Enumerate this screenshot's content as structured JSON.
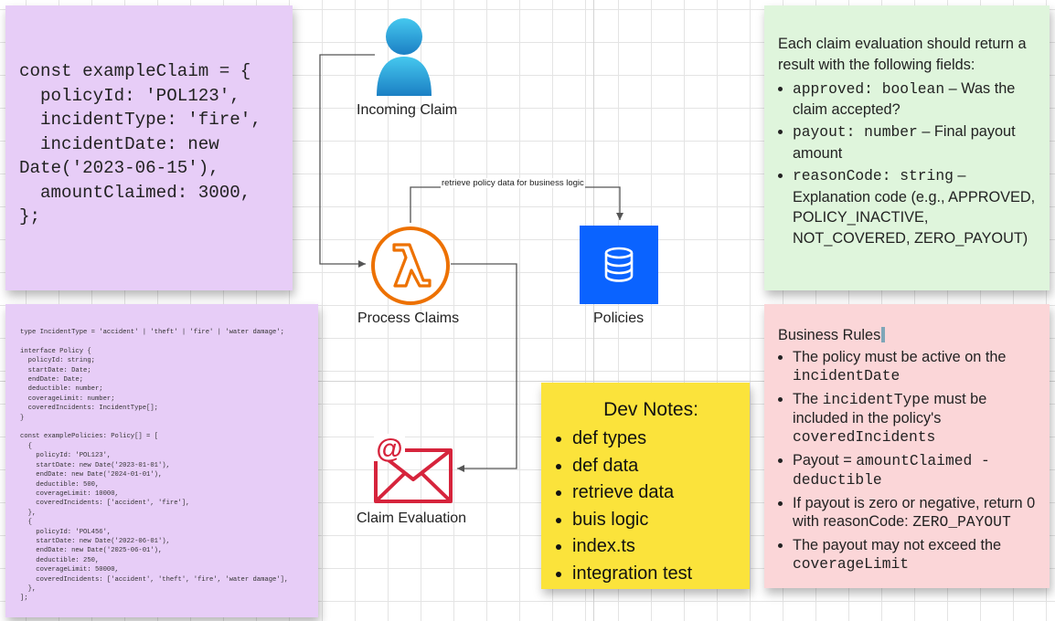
{
  "code_note": {
    "lines": [
      "const exampleClaim = {",
      "  policyId: 'POL123',",
      "  incidentType: 'fire',",
      "  incidentDate: new",
      "Date('2023-06-15'),",
      "  amountClaimed: 3000,",
      "};"
    ]
  },
  "types_note": {
    "lines": [
      "type IncidentType = 'accident' | 'theft' | 'fire' | 'water damage';",
      "",
      "interface Policy {",
      "  policyId: string;",
      "  startDate: Date;",
      "  endDate: Date;",
      "  deductible: number;",
      "  coverageLimit: number;",
      "  coveredIncidents: IncidentType[];",
      "}",
      "",
      "const examplePolicies: Policy[] = [",
      "  {",
      "    policyId: 'POL123',",
      "    startDate: new Date('2023-01-01'),",
      "    endDate: new Date('2024-01-01'),",
      "    deductible: 500,",
      "    coverageLimit: 10000,",
      "    coveredIncidents: ['accident', 'fire'],",
      "  },",
      "  {",
      "    policyId: 'POL456',",
      "    startDate: new Date('2022-06-01'),",
      "    endDate: new Date('2025-06-01'),",
      "    deductible: 250,",
      "    coverageLimit: 50000,",
      "    coveredIncidents: ['accident', 'theft', 'fire', 'water damage'],",
      "  },",
      "];"
    ]
  },
  "fields_note": {
    "intro": "Each claim evaluation should return a result with the following fields:",
    "items": [
      {
        "code": "approved: boolean",
        "text": " – Was the claim accepted?"
      },
      {
        "code": "payout: number",
        "text": " – Final payout amount"
      },
      {
        "code": "reasonCode: string",
        "text": " – Explanation code (e.g., APPROVED, POLICY_INACTIVE, NOT_COVERED, ZERO_PAYOUT)"
      }
    ]
  },
  "rules_note": {
    "title": "Business Rules",
    "items": [
      {
        "a": "The policy must be active on the ",
        "code": "incidentDate",
        "b": ""
      },
      {
        "a": "The ",
        "code": "incidentType",
        "b": " must be included in the policy's ",
        "code2": "coveredIncidents"
      },
      {
        "a": "Payout = ",
        "code": "amountClaimed - deductible",
        "b": ""
      },
      {
        "a": "If payout is zero or negative, return 0 with reasonCode: ",
        "code": "ZERO_PAYOUT",
        "b": ""
      },
      {
        "a": "The payout may not exceed the ",
        "code": "coverageLimit",
        "b": ""
      }
    ]
  },
  "dev_note": {
    "title": "Dev Notes:",
    "items": [
      "def types",
      "def data",
      "retrieve data",
      "buis logic",
      "index.ts",
      "integration test"
    ]
  },
  "diagram": {
    "incoming_label": "Incoming Claim",
    "process_label": "Process Claims",
    "policies_label": "Policies",
    "evaluation_label": "Claim Evaluation",
    "edge_label": "retrieve policy data for business logic"
  },
  "colors": {
    "lambda_orange": "#ed7100",
    "database_blue": "#0a63ff",
    "mail_red": "#d6243c",
    "user_blue": "#2a9fd8"
  },
  "icons": [
    "user-icon",
    "lambda-icon",
    "database-icon",
    "email-icon"
  ]
}
